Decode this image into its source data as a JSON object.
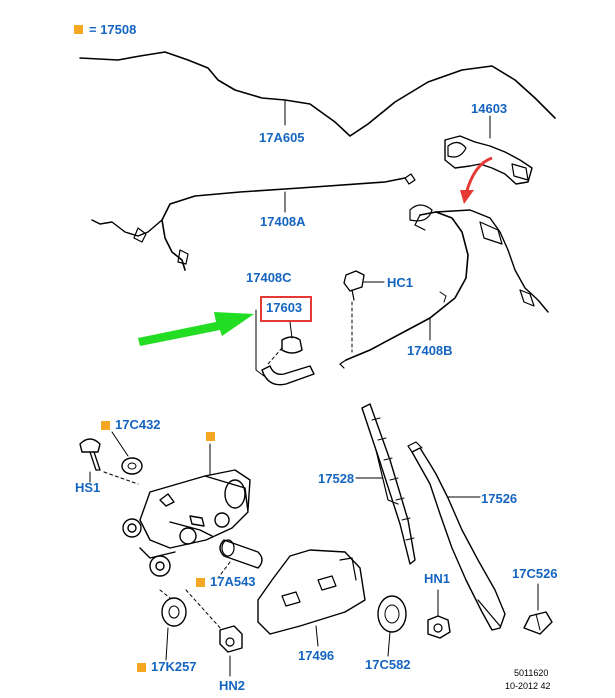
{
  "legend": {
    "equals_text": "= 17508"
  },
  "colors": {
    "callout": "#1565c0",
    "square": "#f5a623",
    "highlight": "#e53935",
    "arrow_green": "#22dd22",
    "arrow_red": "#e53935"
  },
  "labels": {
    "l17A605": "17A605",
    "l14603": "14603",
    "l17408A": "17408A",
    "l17408C": "17408C",
    "l17603": "17603",
    "lHC1": "HC1",
    "l17408B": "17408B",
    "l17C432": "17C432",
    "lHS1": "HS1",
    "l17528": "17528",
    "l17526": "17526",
    "l17A543": "17A543",
    "lHN1": "HN1",
    "l17C526": "17C526",
    "l17496": "17496",
    "l17C582": "17C582",
    "l17K257": "17K257",
    "lHN2": "HN2"
  },
  "footer": {
    "code": "5011620",
    "date": "10-2012 42"
  }
}
